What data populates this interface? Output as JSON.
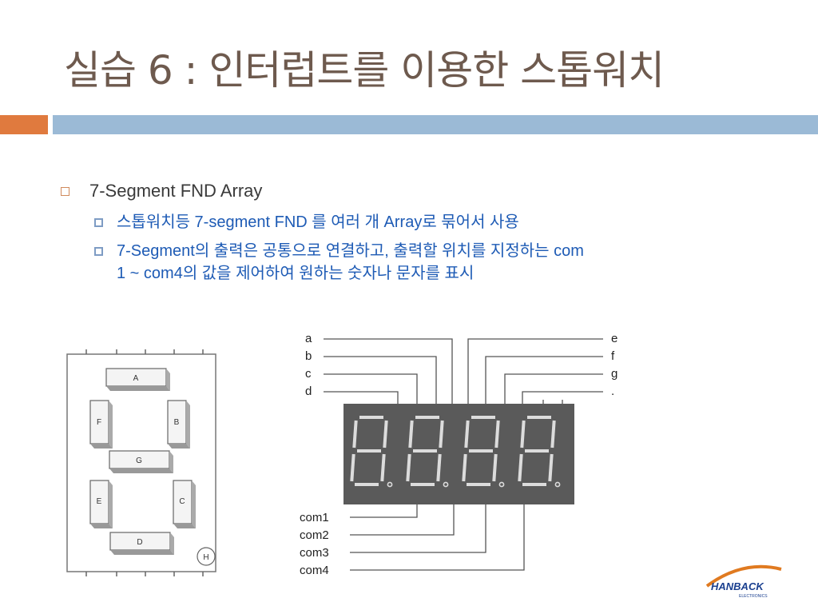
{
  "title": "실습 6 : 인터럽트를 이용한 스톱워치",
  "colors": {
    "title": "#6e5a4e",
    "accent_orange": "#e07a3e",
    "accent_blue": "#9bbad6",
    "sub_bullet": "#1e5bb5"
  },
  "bullets": {
    "main": "7-Segment FND Array",
    "sub1": "스톱워치등 7-segment FND 를 여러 개 Array로 묶어서 사용",
    "sub2_line1": "7-Segment의 출력은 공통으로 연결하고, 출력할 위치를 지정하는 com",
    "sub2_line2": "1 ~ com4의 값을 제어하여 원하는 숫자나 문자를 표시"
  },
  "segment_diagram": {
    "segments": [
      "A",
      "B",
      "C",
      "D",
      "E",
      "F",
      "G"
    ],
    "h_label": "H"
  },
  "fnd_diagram": {
    "top_left_labels": [
      "a",
      "b",
      "c",
      "d"
    ],
    "top_right_labels": [
      "e",
      "f",
      "g",
      "."
    ],
    "com_labels": [
      "com1",
      "com2",
      "com3",
      "com4"
    ],
    "digits": [
      "8",
      "8",
      "8",
      "8"
    ]
  },
  "logo": {
    "text": "HANBACK",
    "subtext": "ELECTRONICS",
    "icon": "hanback-logo-icon"
  }
}
